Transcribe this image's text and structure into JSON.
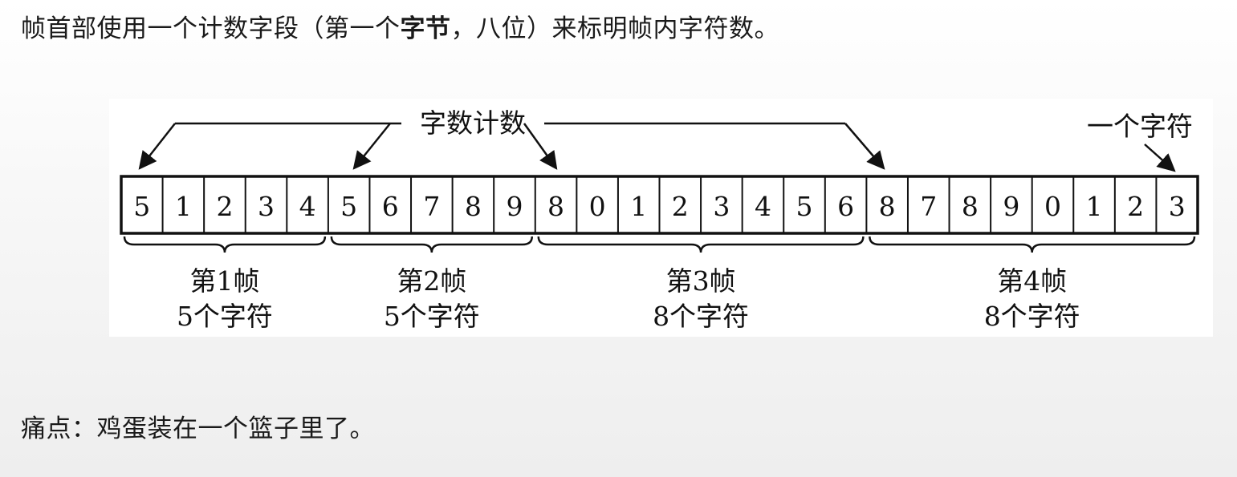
{
  "intro": {
    "part1": "帧首部使用一个计数字段（第一个",
    "bold": "字节",
    "part2": "，八位）来标明帧内字符数。"
  },
  "figure": {
    "count_label": "字数计数",
    "char_label": "一个字符",
    "cells": [
      "5",
      "1",
      "2",
      "3",
      "4",
      "5",
      "6",
      "7",
      "8",
      "9",
      "8",
      "0",
      "1",
      "2",
      "3",
      "4",
      "5",
      "6",
      "8",
      "7",
      "8",
      "9",
      "0",
      "1",
      "2",
      "3"
    ],
    "frames": [
      {
        "name": "第1帧",
        "desc": "5个字符",
        "start": 0,
        "count": 5
      },
      {
        "name": "第2帧",
        "desc": "5个字符",
        "start": 5,
        "count": 5
      },
      {
        "name": "第3帧",
        "desc": "8个字符",
        "start": 10,
        "count": 8
      },
      {
        "name": "第4帧",
        "desc": "8个字符",
        "start": 18,
        "count": 8
      }
    ]
  },
  "outro": {
    "text": "痛点：鸡蛋装在一个篮子里了。"
  }
}
